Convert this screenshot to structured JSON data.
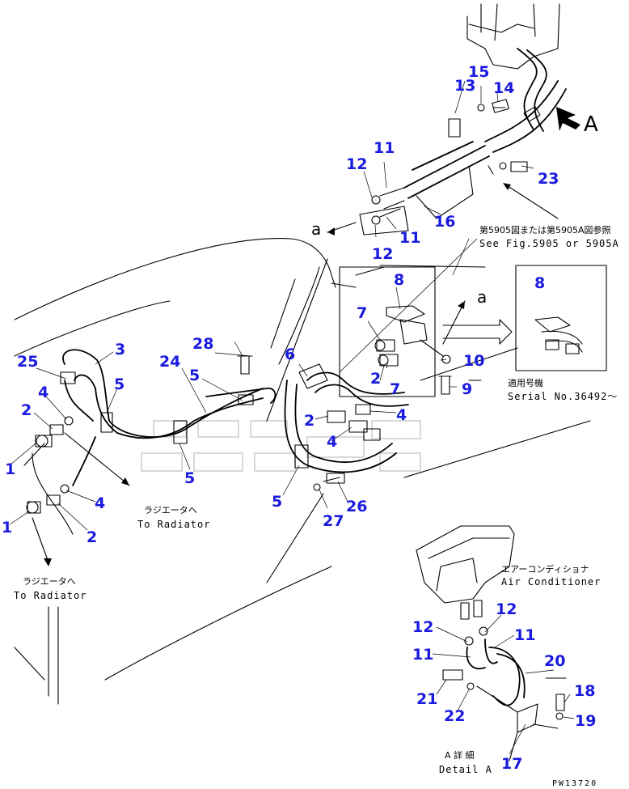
{
  "document_code": "PW13720",
  "view_marker": "A",
  "section_marker": "a",
  "notes": {
    "ref_jp": "第5905図または第5905A図参照",
    "ref_en": "See Fig.5905 or 5905A",
    "serial_jp": "適用号機",
    "serial_en": "Serial No.36492～",
    "radiator_jp": "ラジエータへ",
    "radiator_en": "To Radiator",
    "aircon_jp": "エアーコンディショナ",
    "aircon_en": "Air Conditioner",
    "detail_jp": "A 詳 細",
    "detail_en": "Detail A"
  },
  "callouts": [
    "1",
    "1",
    "2",
    "2",
    "2",
    "2",
    "3",
    "4",
    "4",
    "4",
    "4",
    "5",
    "5",
    "5",
    "5",
    "6",
    "7",
    "7",
    "8",
    "8",
    "9",
    "10",
    "11",
    "11",
    "11",
    "11",
    "12",
    "12",
    "12",
    "12",
    "13",
    "14",
    "15",
    "16",
    "17",
    "18",
    "19",
    "20",
    "21",
    "22",
    "23",
    "24",
    "25",
    "26",
    "27",
    "28"
  ],
  "colors": {
    "callout": "#1a1ae0",
    "line": "#000000",
    "background": "#ffffff",
    "watermark": "#d8d8d8"
  },
  "icons": [
    "view-direction-arrow",
    "detail-arrow"
  ]
}
